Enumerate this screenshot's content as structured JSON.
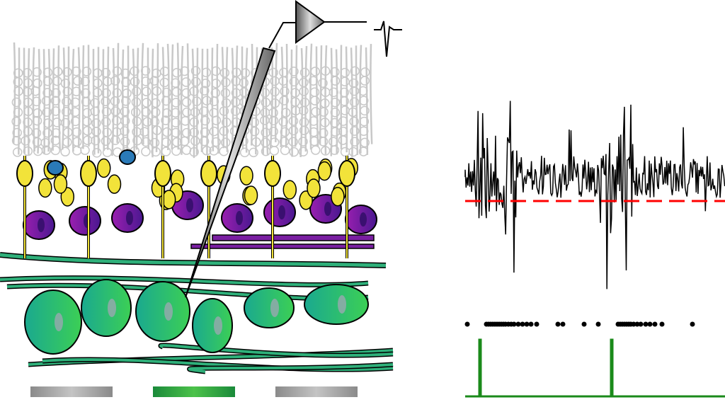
{
  "colors": {
    "photoreceptor": "#c8c8c8",
    "bipolar": "#f2e33a",
    "amacrine": "#7a1fa2",
    "horizontal": "#2a7ab8",
    "ganglion": "#2fb07a",
    "ganglion_dark": "#1a9a8a",
    "trace": "#000000",
    "threshold": "#ff0000",
    "stimulus": "#1a8a1a",
    "bar_gray": "#999999",
    "bar_green": "#1f9a3a"
  },
  "stimulus_bars": [
    {
      "name": "gray-stimulus-bar-left",
      "color": "bar_gray"
    },
    {
      "name": "green-stimulus-bar",
      "color": "bar_green"
    },
    {
      "name": "gray-stimulus-bar-right",
      "color": "bar_gray"
    }
  ]
}
